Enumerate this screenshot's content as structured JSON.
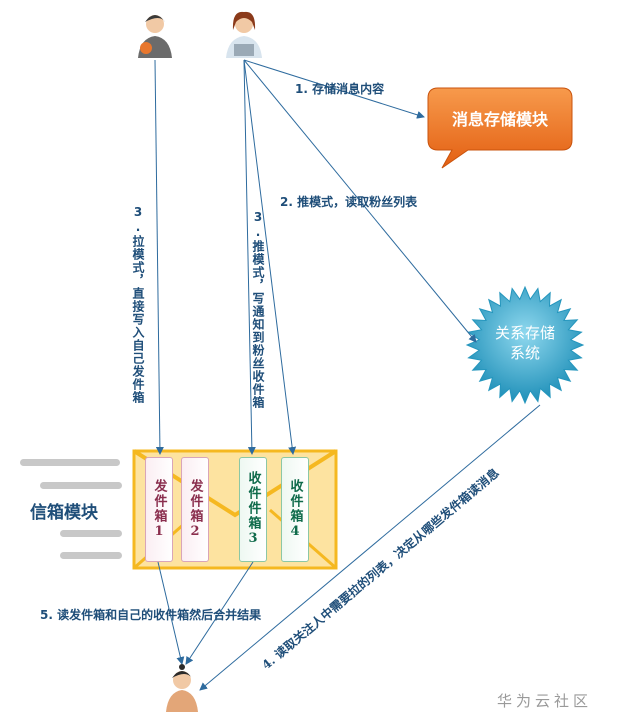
{
  "steps": {
    "step1": "1. 存储消息内容",
    "step2": "2. 推模式，读取粉丝列表",
    "step3_pull": "3.拉模式，直接写入自己发件箱",
    "step3_push": "3.推模式，写通知到粉丝收件箱",
    "step4": "4. 读取关注人中需要拉的列表，决定从哪些发件箱读消息",
    "step5": "5. 读发件箱和自己的收件箱然后合并结果"
  },
  "modules": {
    "message_storage": "消息存储模块",
    "relation_storage_line1": "关系存储",
    "relation_storage_line2": "系统",
    "mailbox": "信箱模块"
  },
  "boxes": [
    {
      "label": "发件箱1",
      "type": "outbox"
    },
    {
      "label": "发件箱2",
      "type": "outbox"
    },
    {
      "label": "收件件箱3",
      "type": "inbox"
    },
    {
      "label": "收件箱4",
      "type": "inbox"
    }
  ],
  "watermark": "华为云社区",
  "colors": {
    "arrow": "#2e6b9e",
    "bubble": "#ef7626",
    "star": "#2ba3c6",
    "envelope": "#fde3a0",
    "envelope_border": "#f5b820"
  }
}
